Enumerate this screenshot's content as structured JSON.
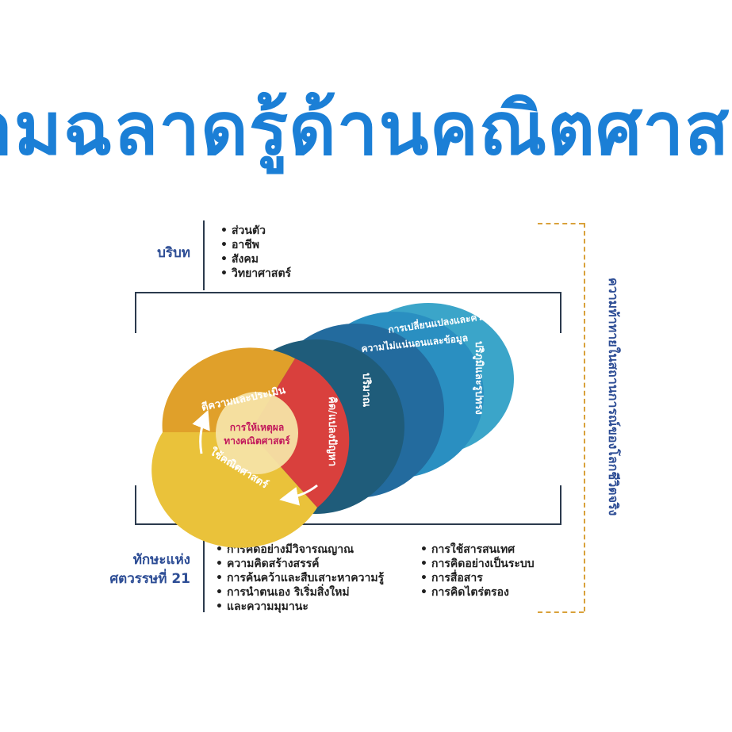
{
  "title": "ามฉลาดรู้ด้านคณิตศาสต",
  "context": {
    "label": "บริบท",
    "items": [
      "ส่วนตัว",
      "อาชีพ",
      "สังคม",
      "วิทยาศาสตร์"
    ]
  },
  "challenge_label": "ความท้าทายในสถานการณ์ของโลกชีวิตจริง",
  "skills": {
    "label_line1": "ทักษะแห่ง",
    "label_line2": "ศตวรรษที่ 21",
    "left_items": [
      "การคิดอย่างมีวิจารณญาณ",
      "ความคิดสร้างสรรค์",
      "การค้นคว้าและสืบเสาะหาความรู้",
      "การนำตนเอง ริเริ่มสิ่งใหม่",
      "และความมุมานะ"
    ],
    "right_items": [
      "การใช้สารสนเทศ",
      "การคิดอย่างเป็นระบบ",
      "การสื่อสาร",
      "การคิดไตร่ตรอง"
    ]
  },
  "layers": [
    {
      "label": "ปริภูมิและรูปทรง",
      "color": "#3ba5c9"
    },
    {
      "label": "การเปลี่ยนแปลงและความสัมพันธ์",
      "color": "#2a8fc1"
    },
    {
      "label": "ความไม่แน่นอนและข้อมูล",
      "color": "#236b9e"
    },
    {
      "label": "ปริมาณ",
      "color": "#1f5c7a"
    }
  ],
  "cycle": {
    "center_line1": "การให้เหตุผล",
    "center_line2": "ทางคณิตศาสตร์",
    "formulate": "คิด/แปลงปัญหา",
    "interpret": "ตีความและประเมิน",
    "employ": "ใช้คณิตศาสตร์",
    "colors": {
      "formulate": "#d9403d",
      "interpret": "#e0a02a",
      "employ": "#eac23a",
      "center": "#f5e3a5",
      "center_text": "#c2185b"
    }
  }
}
